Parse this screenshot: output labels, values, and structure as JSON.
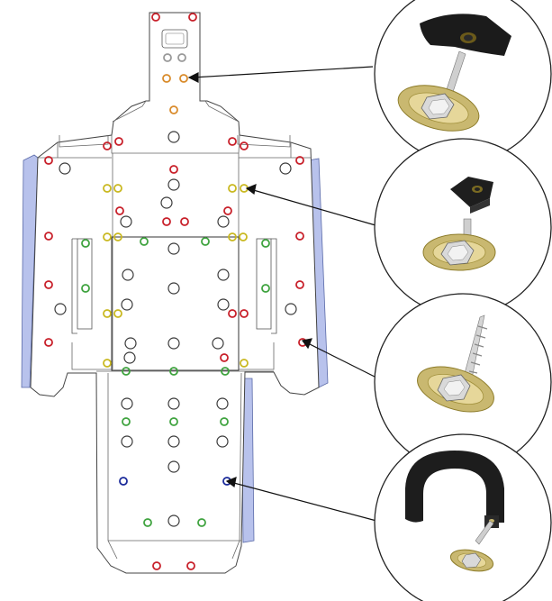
{
  "diagram": {
    "colors": {
      "background": "#ffffff",
      "plate_fill": "#ffffff",
      "outline": "#444444",
      "side_panel": "#b8c2ec",
      "side_panel_edge": "#5a6aa8",
      "hole_large": "#3a3a3a",
      "arrow": "#111111",
      "callout_circle": "#222222"
    },
    "hole_legend": {
      "orange": "#d98b2b",
      "red": "#c8202a",
      "yellow": "#c9b820",
      "green": "#3fa33f",
      "blue": "#1a2a9a"
    },
    "callouts": [
      {
        "id": "callout-top-tab",
        "fastener": "plate-nut-with-washer-bolt",
        "hole_color_ref": "orange"
      },
      {
        "id": "callout-upper-right",
        "fastener": "square-clip-nut-with-washer-bolt",
        "hole_color_ref": "yellow"
      },
      {
        "id": "callout-mid-right",
        "fastener": "self-tapping-screw-with-washer",
        "hole_color_ref": "red"
      },
      {
        "id": "callout-lower-right",
        "fastener": "c-clip-with-washer-screw",
        "hole_color_ref": "blue"
      }
    ]
  }
}
